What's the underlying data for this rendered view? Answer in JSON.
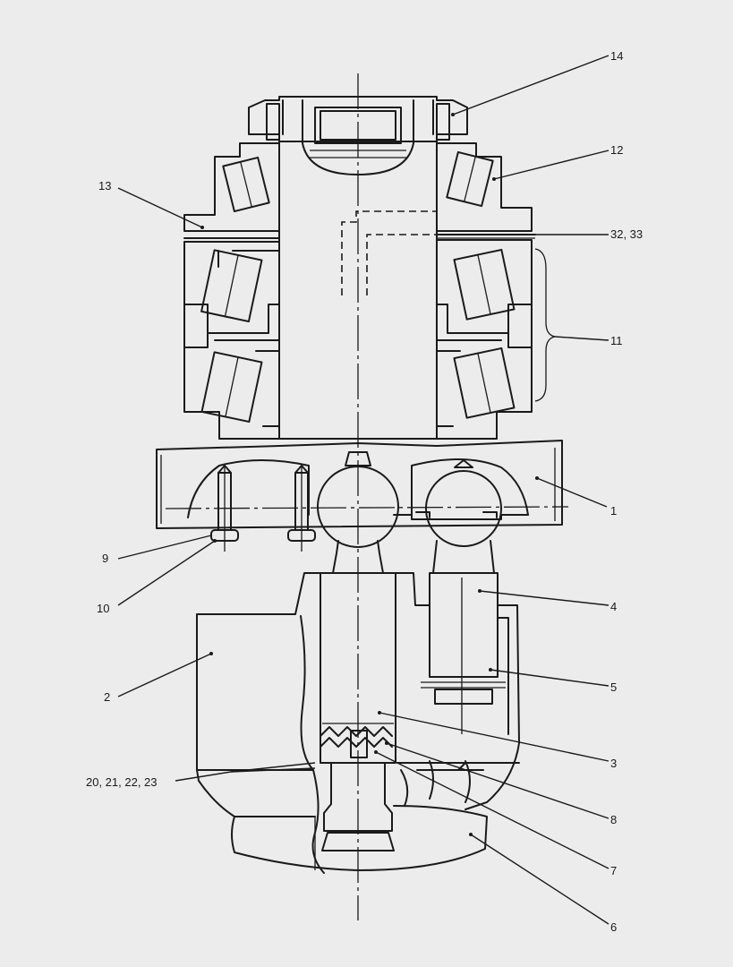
{
  "callouts": {
    "c14": "14",
    "c12": "12",
    "c13": "13",
    "c32_33": "32, 33",
    "c11": "11",
    "c1": "1",
    "c9": "9",
    "c10": "10",
    "c4": "4",
    "c2": "2",
    "c5": "5",
    "c3": "3",
    "c20_23": "20, 21, 22, 23",
    "c8": "8",
    "c7": "7",
    "c6": "6"
  },
  "colors": {
    "background": "#ececec",
    "ink": "#1a1a1a"
  }
}
